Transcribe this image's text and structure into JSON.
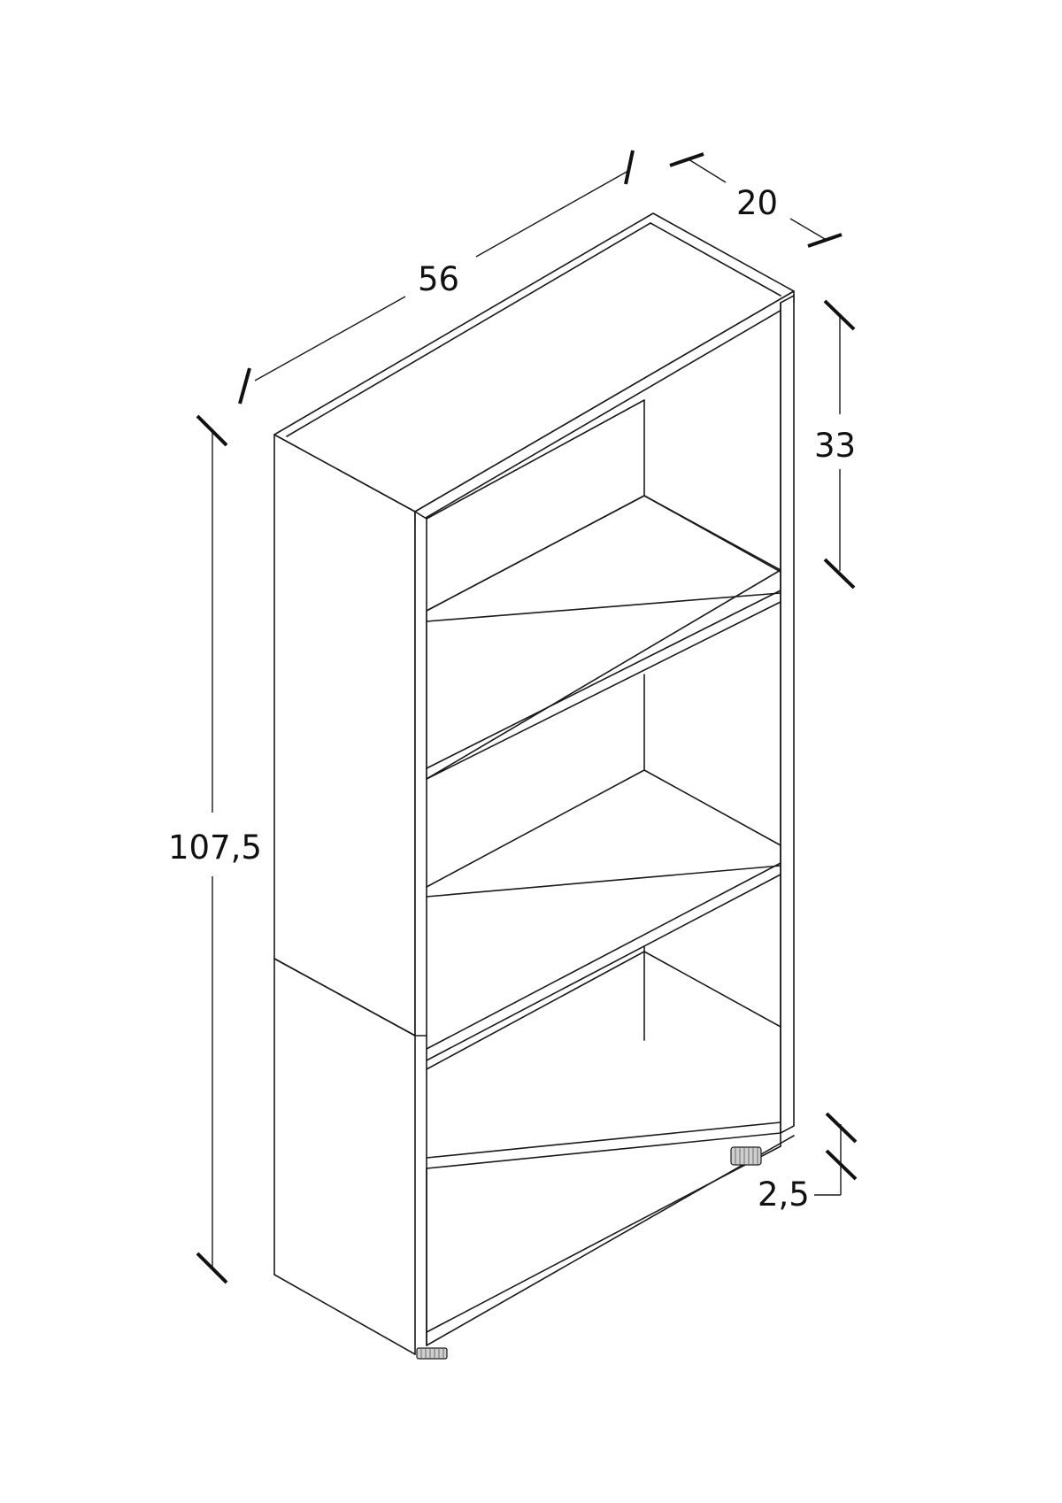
{
  "dimensions": {
    "width": "56",
    "depth": "20",
    "height": "107,5",
    "shelf_spacing": "33",
    "foot_height": "2,5"
  }
}
